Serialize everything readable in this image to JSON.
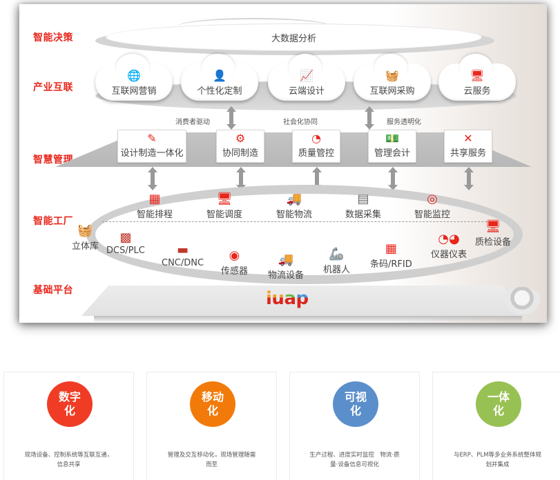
{
  "layers": {
    "decision": "智能决策",
    "industry": "产业互联",
    "management": "智慧管理",
    "factory": "智能工厂",
    "platform": "基础平台"
  },
  "decision_cloud": {
    "label": "大数据分析"
  },
  "industry_clouds": [
    {
      "label": "互联网营销",
      "icon": "globe-phone-icon",
      "glyph": "🌐"
    },
    {
      "label": "个性化定制",
      "icon": "person-pen-icon",
      "glyph": "👤"
    },
    {
      "label": "云端设计",
      "icon": "presenter-board-icon",
      "glyph": "📈"
    },
    {
      "label": "互联网采购",
      "icon": "basket-download-icon",
      "glyph": "🧺"
    },
    {
      "label": "云服务",
      "icon": "touch-screen-icon",
      "glyph": "🖥"
    }
  ],
  "connectors": {
    "consumer_driven": "消费者驱动",
    "social_collab": "社会化协同",
    "service_transparent": "服务透明化"
  },
  "management_boxes": [
    {
      "label": "设计制造一体化",
      "icon": "edit-document-icon",
      "glyph": "✎"
    },
    {
      "label": "协同制造",
      "icon": "gears-icon",
      "glyph": "⚙"
    },
    {
      "label": "质量管控",
      "icon": "tablet-chart-icon",
      "glyph": "◔"
    },
    {
      "label": "管理会计",
      "icon": "money-coins-icon",
      "glyph": "💵"
    },
    {
      "label": "共享服务",
      "icon": "strategy-icon",
      "glyph": "✕"
    }
  ],
  "factory_upper": [
    {
      "label": "智能排程",
      "icon": "flowchart-icon",
      "glyph": "▦"
    },
    {
      "label": "智能调度",
      "icon": "monitor-wave-icon",
      "glyph": "🖥"
    },
    {
      "label": "智能物流",
      "icon": "truck-icon",
      "glyph": "🚚"
    },
    {
      "label": "数据采集",
      "icon": "barcode-scanner-icon",
      "glyph": "▤"
    },
    {
      "label": "智能监控",
      "icon": "gauge-icon",
      "glyph": "◎"
    }
  ],
  "factory_lower": [
    {
      "label": "立体库",
      "icon": "basket-icon",
      "glyph": "🧺"
    },
    {
      "label": "DCS/PLC",
      "icon": "control-cabinet-icon",
      "glyph": "▩"
    },
    {
      "label": "CNC/DNC",
      "icon": "cnc-machine-icon",
      "glyph": "▬"
    },
    {
      "label": "传感器",
      "icon": "sensor-icon",
      "glyph": "◉"
    },
    {
      "label": "物流设备",
      "icon": "delivery-truck-icon",
      "glyph": "🚚"
    },
    {
      "label": "机器人",
      "icon": "robot-arm-icon",
      "glyph": "🦾"
    },
    {
      "label": "条码/RFID",
      "icon": "qr-code-icon",
      "glyph": "▦"
    },
    {
      "label": "仪器仪表",
      "icon": "meters-icon",
      "glyph": "◔◕"
    },
    {
      "label": "质检设备",
      "icon": "touch-screen-icon",
      "glyph": "🖥"
    }
  ],
  "platform": {
    "logo_letters": [
      "i",
      "u",
      "a",
      "p"
    ],
    "logo_colors_top": [
      "#f0a030",
      "#f0a030",
      "#6cb84a",
      "#4a90d9"
    ],
    "logo_colors_bottom": "#d9261c"
  },
  "features": [
    {
      "title": "数字化",
      "color": "#f03c24",
      "desc": "现场设备、控制系统等互联互通，信息共享"
    },
    {
      "title": "移动化",
      "color": "#f27a0a",
      "desc": "管理及交互移动化，现场管理随需而至"
    },
    {
      "title": "可视化",
      "color": "#5b8fcb",
      "desc": "生产过程、进度实时监控　物流·质量·设备信息可视化"
    },
    {
      "title": "一体化",
      "color": "#98c153",
      "desc": "与ERP、PLM等多业务系统整体规划并集成"
    }
  ],
  "colors": {
    "accent": "#e8261c",
    "band": "#c8c8c8",
    "text": "#444444"
  }
}
